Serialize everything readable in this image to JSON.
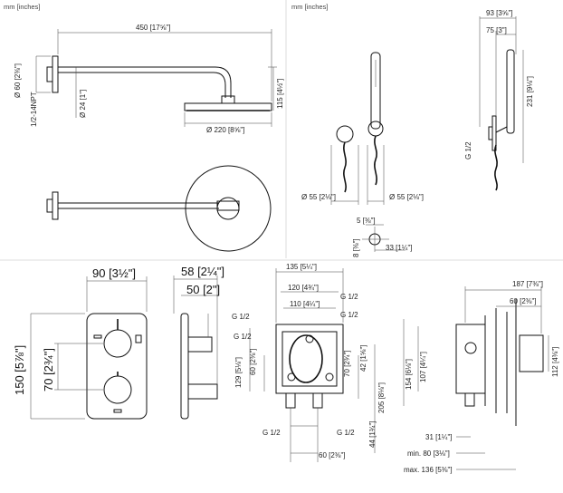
{
  "units_note_left": "mm [inches]",
  "units_note_right": "mm [inches]",
  "head_shower": {
    "arm_length": "450 [17⅝\"]",
    "flange_dia": "Ø 60 [2⅜\"]",
    "thread": "1/2-14NPT",
    "arm_dia": "Ø 24 [1\"]",
    "drop": "115 [4½\"]",
    "head_dia": "Ø 220 [8⅝\"]"
  },
  "hand_shower": {
    "depth": "93 [3⅝\"]",
    "offset": "75 [3\"]",
    "height": "231 [9⅛\"]",
    "thread": "G 1/2",
    "outlet_dia": "Ø 55 [2⅛\"]",
    "holder_dia": "Ø 55 [2⅛\"]",
    "small_a": "5 [⅜\"]",
    "small_b": "8 [⅜\"]",
    "small_c": "33 [1¼\"]"
  },
  "trim": {
    "width": "90 [3½\"]",
    "height": "150 [5⅞\"]",
    "spacing": "70 [2¾\"]",
    "depth_a": "58 [2¼\"]",
    "depth_b": "50 [2\"]"
  },
  "rough_in": {
    "w_outer": "135 [5¼\"]",
    "w_mid": "120 [4¾\"]",
    "w_inner": "110 [4¼\"]",
    "connections": [
      "G 1/2",
      "G 1/2",
      "G 1/2",
      "G 1/2",
      "G 1/2",
      "G 1/2"
    ],
    "h_129": "129 [5⅛\"]",
    "h_60": "60 [2⅜\"]",
    "h_70": "70 [2¾\"]",
    "h_42": "42 [1⅝\"]",
    "h_205": "205 [8⅛\"]",
    "h_44": "44 [1¾\"]",
    "bottom_60": "60 [2⅜\"]"
  },
  "side_view": {
    "depth_total": "187 [7⅜\"]",
    "depth_60": "60 [2⅜\"]",
    "h_154": "154 [6⅛\"]",
    "h_107": "107 [4¼\"]",
    "h_112": "112 [4⅜\"]",
    "min_31": "31 [1¼\"]",
    "min_80": "min. 80 [3⅛\"]",
    "max_136": "max. 136 [5⅜\"]"
  }
}
